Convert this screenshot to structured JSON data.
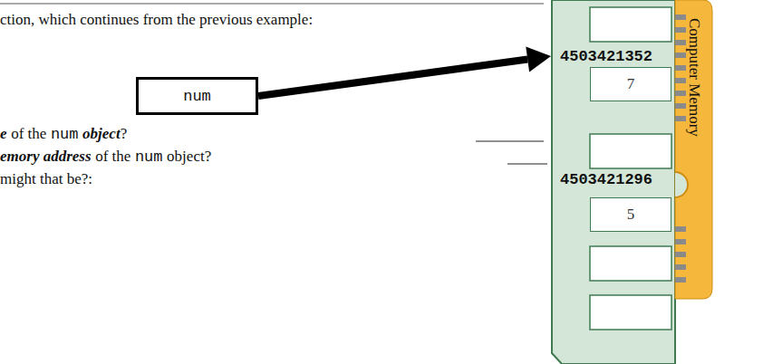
{
  "diagram": {
    "nodes": [
      {
        "text": [
          "num"
        ]
      },
      {
        "text": [
          "Computer Memory"
        ]
      },
      {
        "text": [
          "7"
        ],
        "in": 1
      },
      {
        "text": [
          "5"
        ],
        "in": 1
      }
    ],
    "edges": [
      {
        "from": 0,
        "to": 1,
        "arrow": "to"
      }
    ],
    "labels": [
      "ction, which continues from the previous example:",
      "e",
      "of the",
      "num",
      "object",
      "?",
      "emory address",
      "of the",
      "num",
      "object?",
      "might that be?:",
      "4503421352",
      "4503421296"
    ]
  }
}
